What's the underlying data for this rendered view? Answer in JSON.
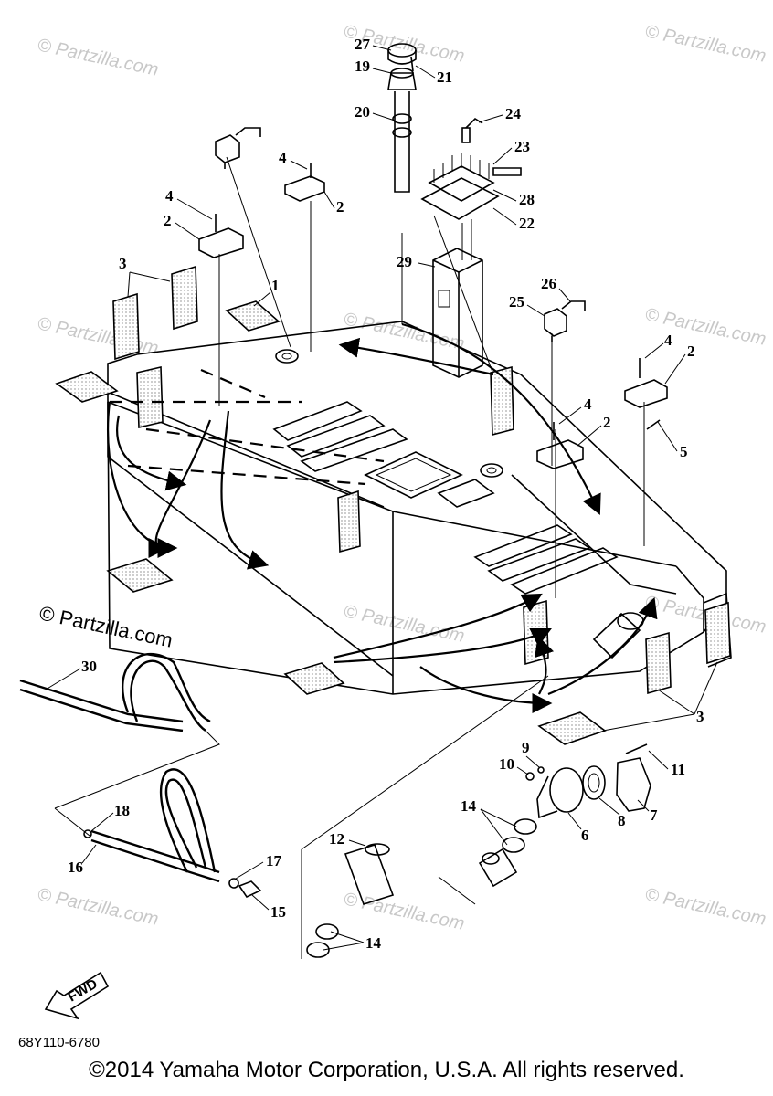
{
  "diagram": {
    "part_number": "68Y110-6780",
    "fwd_label": "FWD",
    "copyright": "©2014 Yamaha Motor Corporation, U.S.A. All rights reserved.",
    "watermark_small": "© Partzilla.com",
    "watermark_large": "© Partzilla.com",
    "callouts": {
      "c1": "1",
      "c2a": "2",
      "c2b": "2",
      "c2c": "2",
      "c2d": "2",
      "c3a": "3",
      "c3b": "3",
      "c4a": "4",
      "c4b": "4",
      "c4c": "4",
      "c4d": "4",
      "c5": "5",
      "c6": "6",
      "c7": "7",
      "c8": "8",
      "c9": "9",
      "c10": "10",
      "c11": "11",
      "c12": "12",
      "c14a": "14",
      "c14b": "14",
      "c15": "15",
      "c16": "16",
      "c17": "17",
      "c18": "18",
      "c19": "19",
      "c20": "20",
      "c21": "21",
      "c22": "22",
      "c23": "23",
      "c24": "24",
      "c25": "25",
      "c26": "26",
      "c27": "27",
      "c28": "28",
      "c29": "29",
      "c30": "30"
    }
  }
}
